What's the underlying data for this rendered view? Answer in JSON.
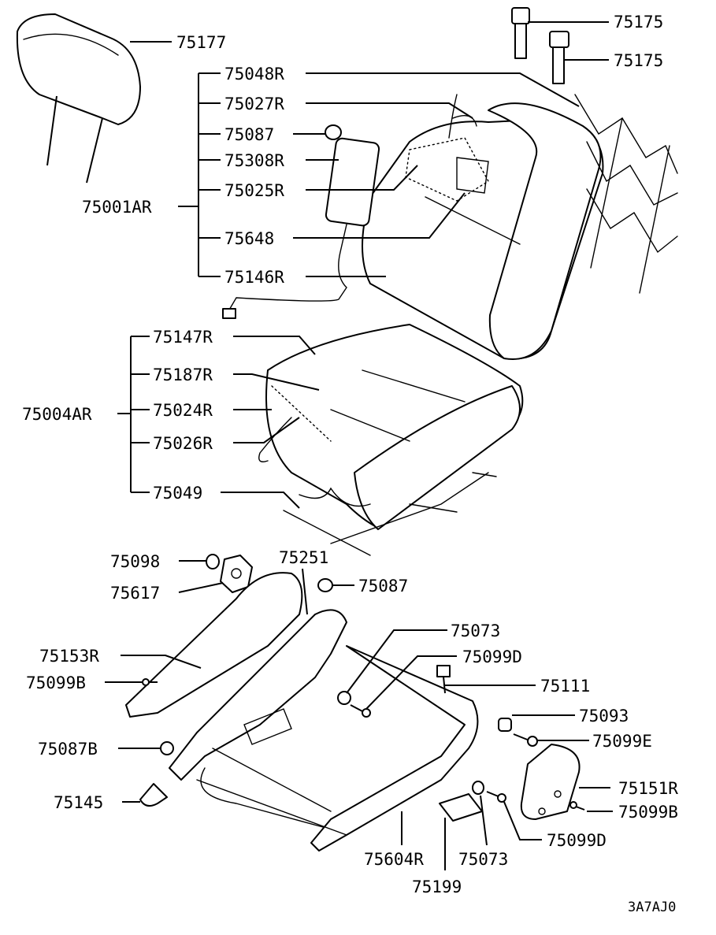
{
  "labels": {
    "75177": "75177",
    "75175_a": "75175",
    "75175_b": "75175",
    "75048R": "75048R",
    "75027R": "75027R",
    "75087_top": "75087",
    "75308R": "75308R",
    "75025R": "75025R",
    "75001AR": "75001AR",
    "75648": "75648",
    "75146R": "75146R",
    "75147R": "75147R",
    "75187R": "75187R",
    "75004AR": "75004AR",
    "75024R": "75024R",
    "75026R": "75026R",
    "75049": "75049",
    "75098": "75098",
    "75251": "75251",
    "75087_mid": "75087",
    "75617": "75617",
    "75073_top": "75073",
    "75153R": "75153R",
    "75099D_top": "75099D",
    "75099B_left": "75099B",
    "75111": "75111",
    "75093": "75093",
    "75087B": "75087B",
    "75099E": "75099E",
    "75151R": "75151R",
    "75145": "75145",
    "75099B_right": "75099B",
    "75099D_bottom": "75099D",
    "75604R": "75604R",
    "75073_bottom": "75073",
    "75199": "75199"
  },
  "diagram_code": "3A7AJ0"
}
